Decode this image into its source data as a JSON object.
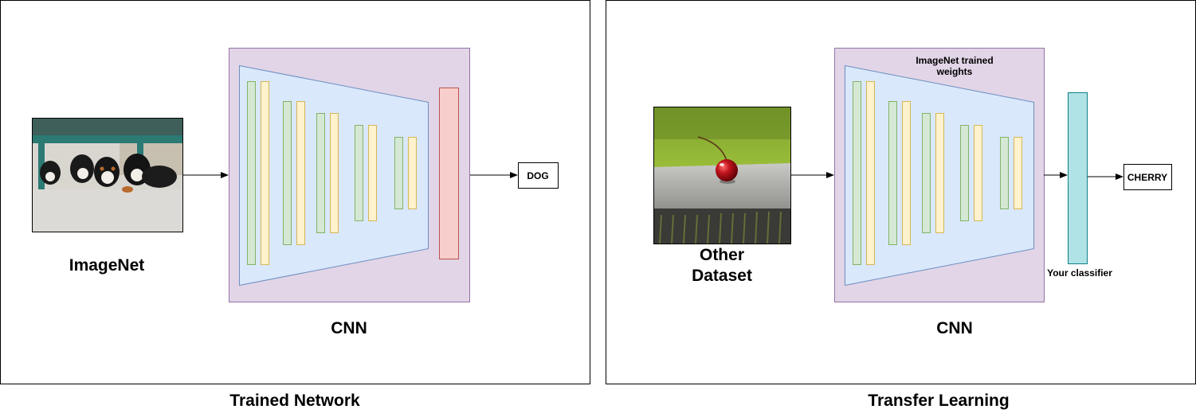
{
  "colors": {
    "panel_border": "#000000",
    "cnn_box_fill": "#e1d5e7",
    "cnn_box_stroke": "#9673a6",
    "funnel_fill": "#dae8fc",
    "funnel_stroke": "#6c8ebf",
    "green_layer_fill": "#d5e8d4",
    "green_layer_stroke": "#82b366",
    "yellow_layer_fill": "#fff2cc",
    "yellow_layer_stroke": "#d6b656",
    "red_layer_fill": "#f8cecc",
    "red_layer_stroke": "#b85450",
    "classifier_fill": "#b0e3e6",
    "classifier_stroke": "#0e8088",
    "arrow": "#000000"
  },
  "left_panel": {
    "caption": "Trained Network",
    "dataset_label": "ImageNet",
    "dataset_image_icon": "puppies-photo",
    "cnn_label": "CNN",
    "output_label": "DOG"
  },
  "right_panel": {
    "caption": "Transfer Learning",
    "dataset_label_line1": "Other",
    "dataset_label_line2": "Dataset",
    "dataset_image_icon": "cherry-photo",
    "weights_label_line1": "ImageNet trained",
    "weights_label_line2": "weights",
    "cnn_label": "CNN",
    "classifier_label": "Your classifier",
    "output_label": "CHERRY"
  }
}
